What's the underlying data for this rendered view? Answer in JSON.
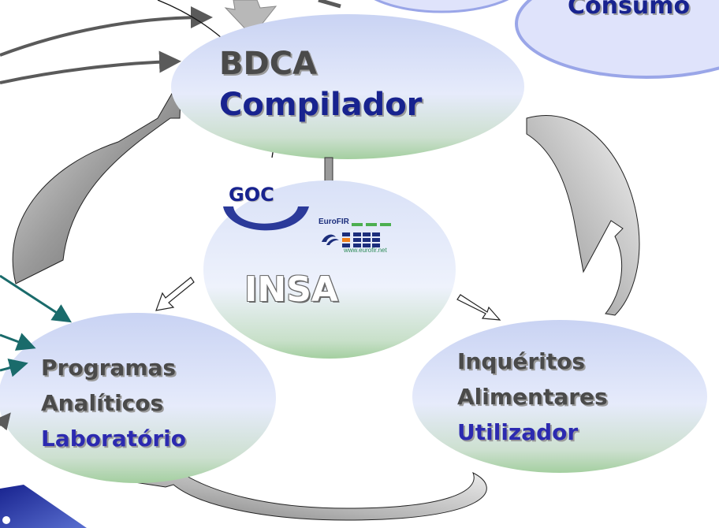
{
  "nodes": {
    "bdca": {
      "line1": "BDCA",
      "line2": "Compilador"
    },
    "consumo": {
      "label": "Consumo"
    },
    "goc": {
      "label": "GOC"
    },
    "insa": {
      "label": "INSA"
    },
    "programas": {
      "line1": "Programas",
      "line2": "Analíticos",
      "line3": "Laboratório"
    },
    "inqueritos": {
      "line1": "Inquéritos",
      "line2": "Alimentares",
      "line3": "Utilizador"
    }
  },
  "logo": {
    "name": "EuroFIR",
    "url": "www.eurofir.net"
  },
  "colors": {
    "ellipse_top": "#cfd8f5",
    "ellipse_mid": "#dfe5fa",
    "ellipse_bottom": "#a9cfa6",
    "dark_text": "#4a4a4a",
    "blue_text": "#18238f",
    "purple_text": "#2c2ab0",
    "teal_arrow": "#1a6b6b",
    "gray_arrow": "#5a5a5a",
    "goc_arc": "#2b3a9a"
  }
}
